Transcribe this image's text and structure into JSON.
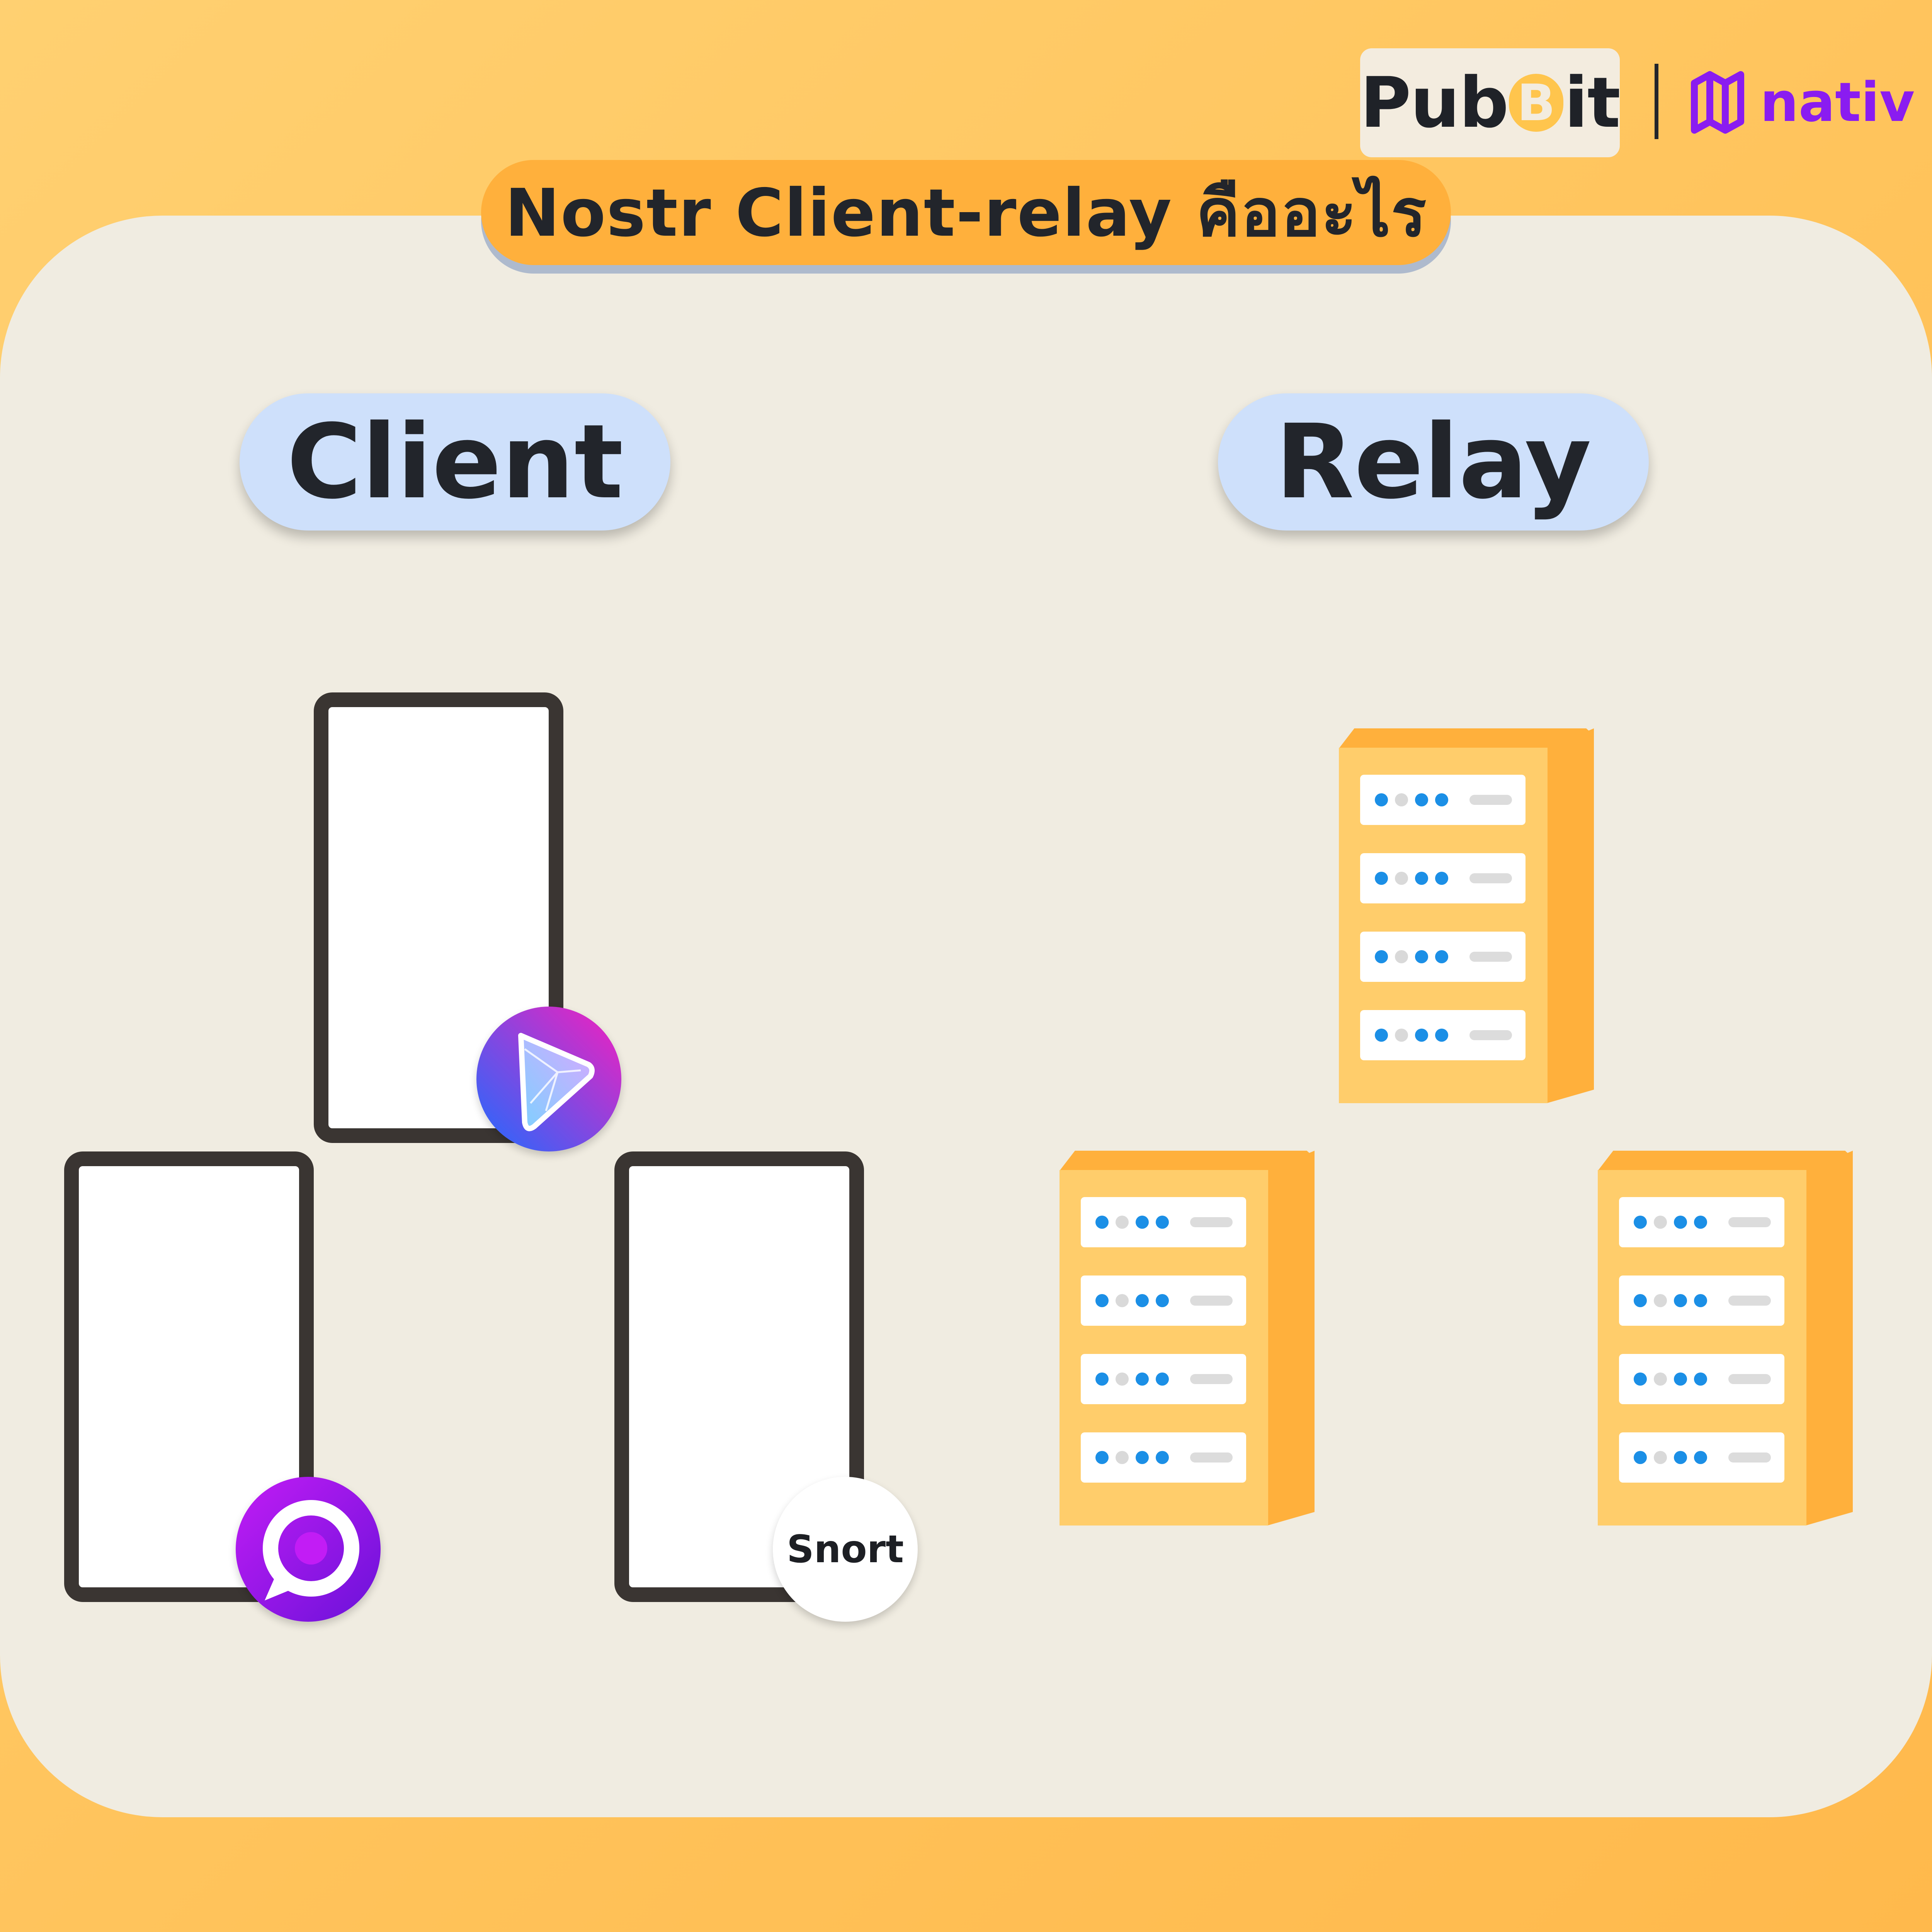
{
  "title": "Nostr Client-relay คืออะไร",
  "labels": {
    "client": "Client",
    "relay": "Relay"
  },
  "logos": {
    "pubbit_left": "Pub",
    "pubbit_coin": "B",
    "pubbit_right": "it",
    "nativ": "nativ"
  },
  "clients": [
    {
      "app": "damus-icon"
    },
    {
      "app": "amethyst-icon"
    },
    {
      "app": "snort-icon",
      "label": "Snort"
    }
  ],
  "relays": [
    {
      "slots": 4
    },
    {
      "slots": 4
    },
    {
      "slots": 4
    }
  ],
  "colors": {
    "background": "#ffc259",
    "panel": "#f0ece1",
    "title_pill": "#ffb03c",
    "tag": "#cee0fb",
    "server_front": "#ffcd6b",
    "server_side": "#ffb03c",
    "dot_active": "#1b8fe6",
    "nativ": "#8a1cf0"
  }
}
